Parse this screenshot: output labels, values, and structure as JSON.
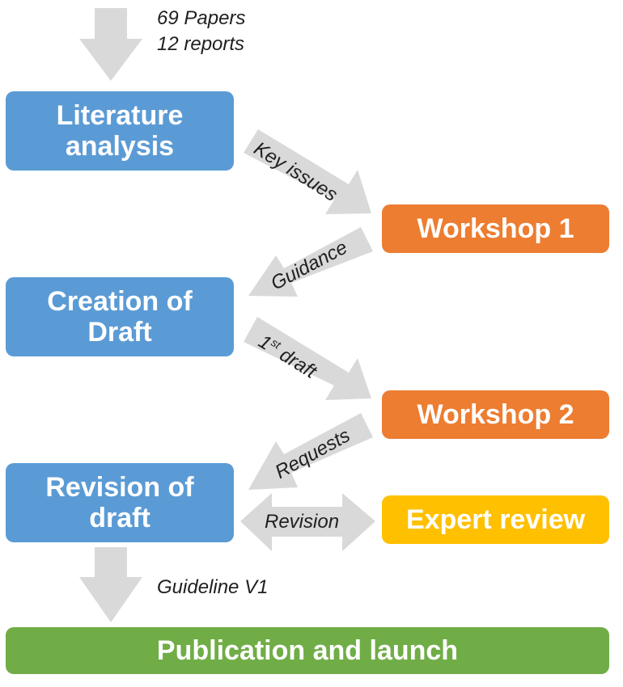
{
  "input_notes": {
    "line1": "69 Papers",
    "line2": "12 reports"
  },
  "nodes": {
    "literature": {
      "line1": "Literature",
      "line2": "analysis"
    },
    "workshop1": "Workshop 1",
    "creation": {
      "line1": "Creation of",
      "line2": "Draft"
    },
    "workshop2": "Workshop 2",
    "revision": {
      "line1": "Revision of",
      "line2": "draft"
    },
    "expert_review": "Expert review",
    "publication": "Publication and launch"
  },
  "connectors": {
    "key_issues": "Key issues",
    "guidance": "Guidance",
    "first_draft_number": "1",
    "first_draft_suffix": "st",
    "first_draft_word": "draft",
    "requests": "Requests",
    "revision": "Revision",
    "guideline": "Guideline V1"
  },
  "colors": {
    "blue": "#5b9bd5",
    "orange": "#ed7d31",
    "yellow": "#ffc000",
    "green": "#70ad47",
    "arrow_gray": "#d9d9d9"
  }
}
